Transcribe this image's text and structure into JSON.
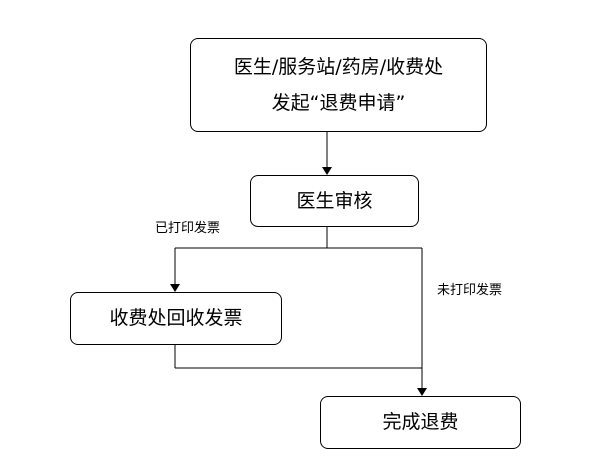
{
  "nodes": {
    "request": {
      "line1": "医生/服务站/药房/收费处",
      "line2": "发起“退费申请”"
    },
    "review": {
      "label": "医生审核"
    },
    "collect_invoice": {
      "label": "收费处回收发票"
    },
    "complete": {
      "label": "完成退费"
    }
  },
  "edges": {
    "printed_label": "已打印发票",
    "not_printed_label": "未打印发票"
  },
  "colors": {
    "stroke": "#000000",
    "background": "#ffffff"
  }
}
